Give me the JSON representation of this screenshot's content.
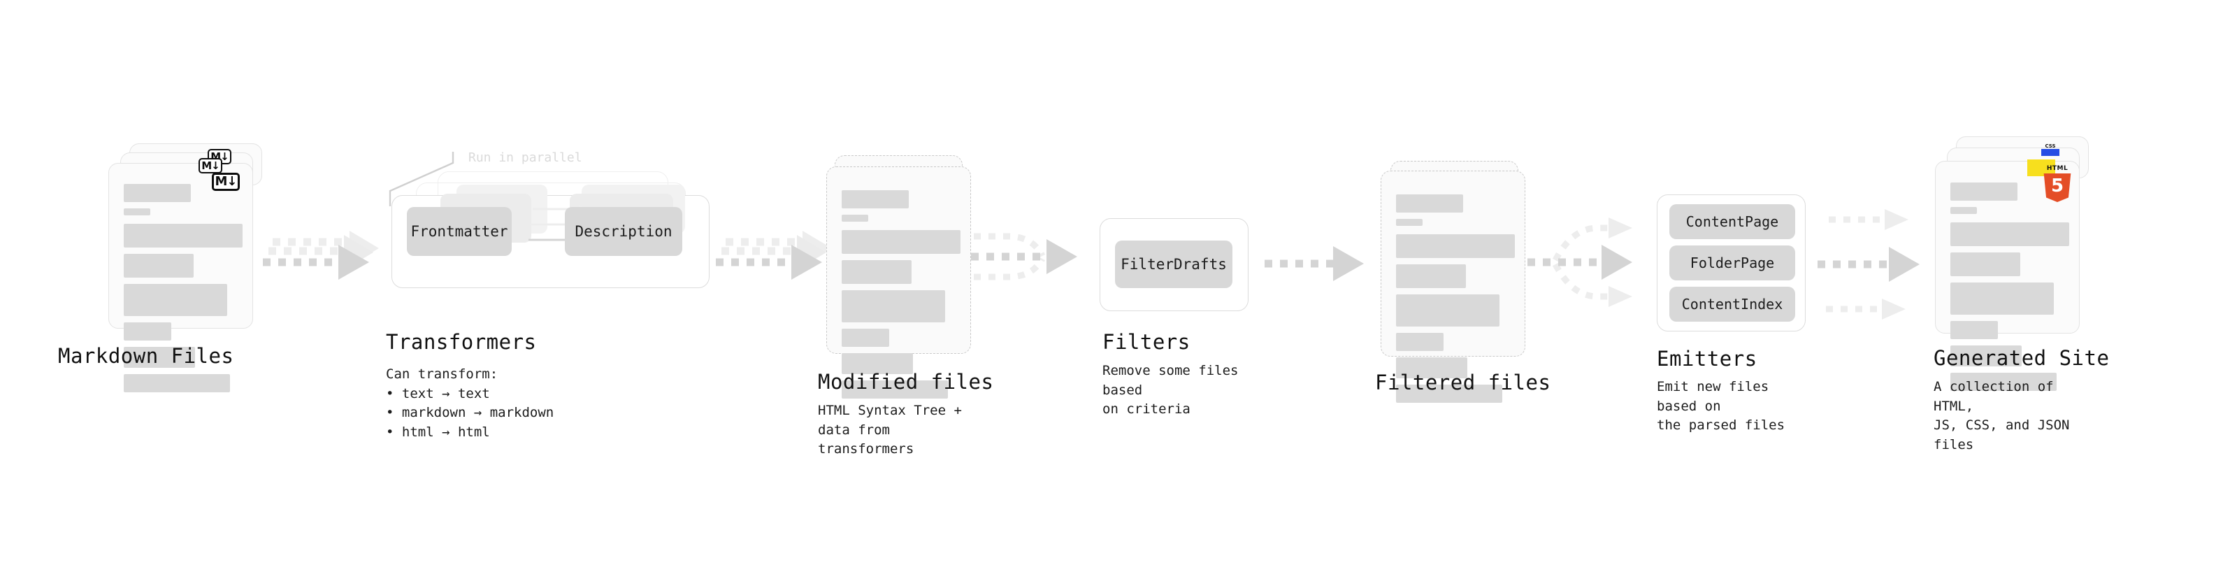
{
  "diagram": {
    "title": "Quartz build pipeline",
    "colors": {
      "bar": "#d9d9d9",
      "chip": "#d8d8d8",
      "arrow": "#d4d4d4",
      "arrow_faint": "#ededed",
      "html5": "#e44d26",
      "css": "#264de4",
      "js": "#f7df1e",
      "text": "#111111"
    }
  },
  "stages": [
    {
      "id": "markdown-files",
      "kind": "documents",
      "title": "Markdown Files",
      "subtitle": "",
      "icon": "markdown-icon",
      "icon_label": "M↓",
      "stack": 3
    },
    {
      "id": "transformers",
      "kind": "process",
      "title": "Transformers",
      "subtitle": "Can transform:\n • text → text\n • markdown → markdown\n • html → html",
      "note": "Run in parallel",
      "chips": [
        "Frontmatter",
        "Description"
      ],
      "stack": 3
    },
    {
      "id": "modified-files",
      "kind": "documents",
      "title": "Modified files",
      "subtitle": "HTML Syntax Tree +\ndata from transformers",
      "icon": "",
      "icon_label": "",
      "stack": 2,
      "dashed": true
    },
    {
      "id": "filters",
      "kind": "process",
      "title": "Filters",
      "subtitle": "Remove some files based\non criteria",
      "chips": [
        "FilterDrafts"
      ],
      "stack": 1
    },
    {
      "id": "filtered-files",
      "kind": "documents",
      "title": "Filtered files",
      "subtitle": "",
      "icon": "",
      "icon_label": "",
      "stack": 2,
      "dashed": true
    },
    {
      "id": "emitters",
      "kind": "process",
      "title": "Emitters",
      "subtitle": "Emit new files based on\nthe parsed files",
      "chips": [
        "ContentPage",
        "FolderPage",
        "ContentIndex"
      ],
      "stack": 1
    },
    {
      "id": "generated-site",
      "kind": "documents",
      "title": "Generated Site",
      "subtitle": "A collection of HTML,\nJS, CSS, and JSON files",
      "icon": "html5-icon",
      "icon_label": "5",
      "icon_caption": "HTML",
      "badges": [
        "css-badge",
        "js-badge"
      ],
      "badge_css_label": "CSS",
      "stack": 3
    }
  ],
  "connectors": [
    {
      "id": "conn-markdown-transformers",
      "style": "parallel-3",
      "label": ""
    },
    {
      "id": "conn-transformers-modified",
      "style": "parallel-3",
      "label": ""
    },
    {
      "id": "conn-modified-filters",
      "style": "merge-3to1",
      "label": ""
    },
    {
      "id": "conn-filters-filtered",
      "style": "single",
      "label": ""
    },
    {
      "id": "conn-filtered-emitters",
      "style": "split-1to3",
      "label": ""
    },
    {
      "id": "conn-emitters-site",
      "style": "parallel-3-spread",
      "label": ""
    }
  ],
  "card_bars": [
    {
      "w": 96,
      "h": 26
    },
    {
      "w": 38,
      "h": 10
    },
    {
      "w": 170,
      "h": 34
    },
    {
      "w": 100,
      "h": 34
    },
    {
      "w": 148,
      "h": 46
    },
    {
      "w": 68,
      "h": 26
    },
    {
      "w": 102,
      "h": 30
    },
    {
      "w": 152,
      "h": 26
    }
  ]
}
